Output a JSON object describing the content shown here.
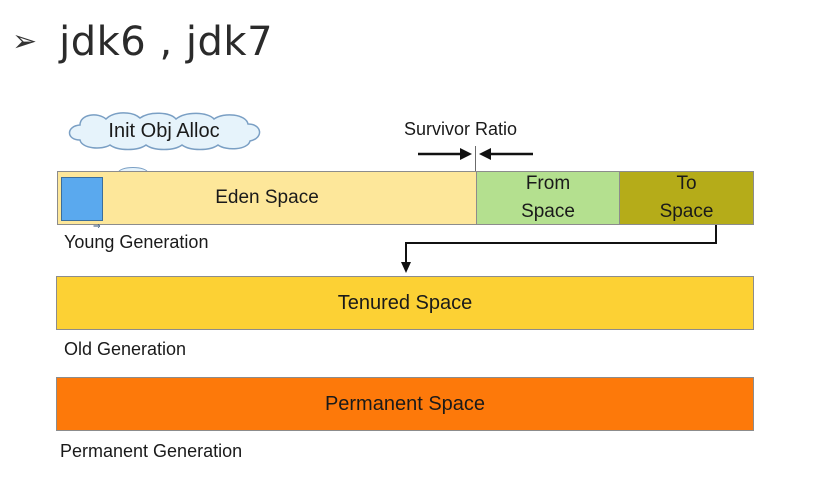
{
  "heading": {
    "bullet": "➢",
    "text": "jdk6 , jdk7"
  },
  "cloud": {
    "label": "Init Obj Alloc"
  },
  "survivor_ratio": {
    "label": "Survivor Ratio"
  },
  "young": {
    "eden": "Eden Space",
    "from": "From\nSpace",
    "to": "To\nSpace",
    "label": "Young Generation",
    "colors": {
      "eden": "#fde79a",
      "from": "#b4e08f",
      "to": "#b5ac19",
      "object": "#5aa9ee"
    }
  },
  "old": {
    "space": "Tenured Space",
    "label": "Old Generation",
    "color": "#fcd134"
  },
  "permanent": {
    "space": "Permanent Space",
    "label": "Permanent Generation",
    "color": "#fd790a"
  }
}
